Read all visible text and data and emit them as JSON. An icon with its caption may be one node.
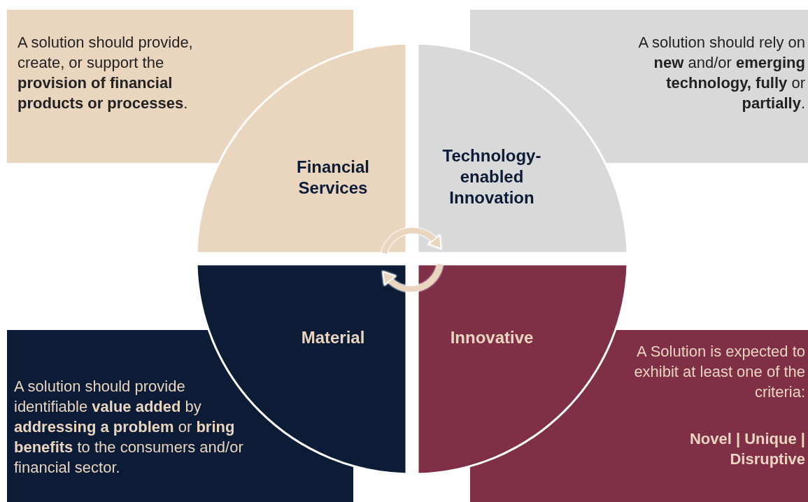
{
  "diagram": {
    "nodes": [
      {
        "text": [
          "A solution should provide, create, or support the **provision of financial products or processes**."
        ]
      },
      {
        "text": [
          "A solution should rely on **new** and/or **emerging technology, fully** or **partially**."
        ]
      },
      {
        "text": [
          "A solution should provide identifiable **value added** by **addressing a problem** or **bring benefits** to the consumers and/or financial sector."
        ]
      },
      {
        "text": [
          "A Solution is expected to exhibit at least one of the criteria:",
          "Novel | Unique | Disruptive"
        ]
      },
      {
        "text": [
          "Financial Services"
        ]
      },
      {
        "text": [
          "Technology-enabled Innovation"
        ]
      },
      {
        "text": [
          "Material"
        ]
      },
      {
        "text": [
          "Innovative"
        ]
      }
    ],
    "edges": [
      {
        "from": 4,
        "to": 5,
        "arrow": "to"
      },
      {
        "from": 7,
        "to": 6,
        "arrow": "to"
      }
    ]
  }
}
